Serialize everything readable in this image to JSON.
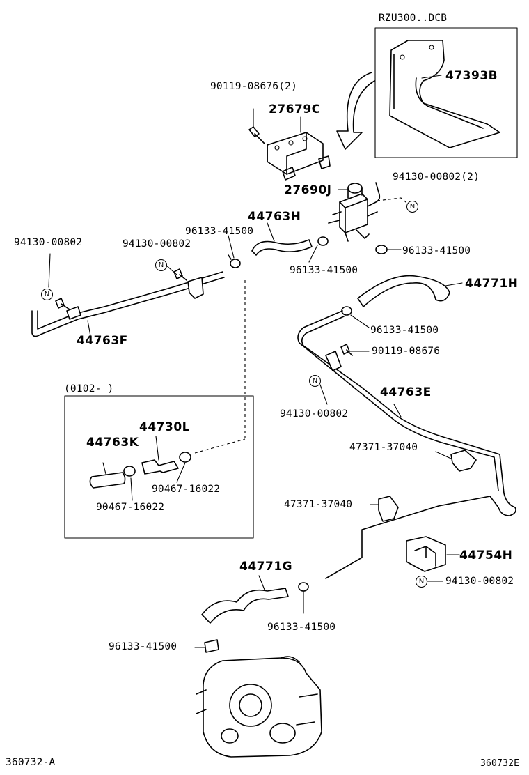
{
  "inset_variant": "RZU300..DCB",
  "inset_date_range": "(0102-        )",
  "parts": {
    "p47393B": "47393B",
    "p90119_08676_2": "90119-08676(2)",
    "p27679C": "27679C",
    "p27690J": "27690J",
    "p94130_00802_2": "94130-00802(2)",
    "p44763H": "44763H",
    "p96133_41500_a": "96133-41500",
    "p94130_00802_a": "94130-00802",
    "p94130_00802_b": "94130-00802",
    "p96133_41500_b": "96133-41500",
    "p96133_41500_c": "96133-41500",
    "p44771H": "44771H",
    "p44763F": "44763F",
    "p96133_41500_d": "96133-41500",
    "p90119_08676": "90119-08676",
    "p94130_00802_c": "94130-00802",
    "p44763E": "44763E",
    "p44730L": "44730L",
    "p44763K": "44763K",
    "p90467_16022_a": "90467-16022",
    "p90467_16022_b": "90467-16022",
    "p47371_37040_a": "47371-37040",
    "p47371_37040_b": "47371-37040",
    "p44754H": "44754H",
    "p94130_00802_d": "94130-00802",
    "p44771G": "44771G",
    "p96133_41500_e": "96133-41500",
    "p96133_41500_f": "96133-41500"
  },
  "marker_glyph": "N",
  "footer": {
    "left_code": "360732-A",
    "right_code": "360732E"
  },
  "icons": [
    "bracket-icon",
    "vsv-valve-icon",
    "hose-icon",
    "hose-clamp-icon",
    "bolt-icon",
    "pipe-icon",
    "pipe-clip-icon",
    "nut-marker-icon",
    "vacuum-pump-icon",
    "check-valve-icon",
    "arrow-icon"
  ]
}
